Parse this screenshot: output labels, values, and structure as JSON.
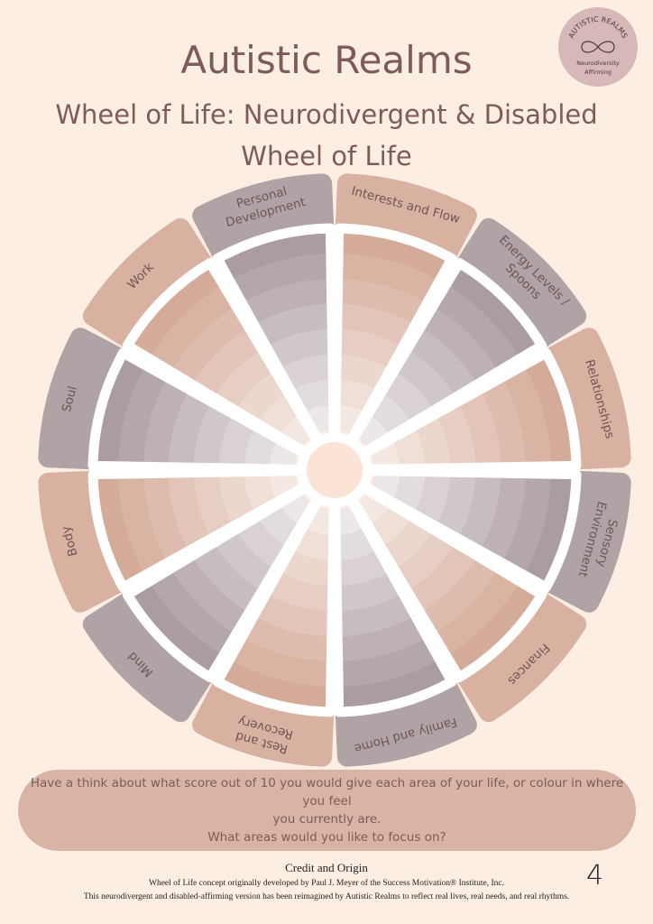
{
  "header": {
    "title": "Autistic Realms",
    "subtitle": "Wheel of Life: Neurodivergent & Disabled",
    "subtitle2": "Wheel of Life"
  },
  "logo": {
    "top_text": "AUTISTIC REALMS",
    "line1": "Neurodiversity",
    "line2": "Affirming"
  },
  "colors": {
    "pink": "#d8b1a0",
    "mauve": "#b0a3a5",
    "text": "#7e5b5a",
    "background": "#fdeee4"
  },
  "wheel": {
    "areas": [
      {
        "label": [
          "Interests and Flow"
        ],
        "tone": "pink"
      },
      {
        "label": [
          "Energy Levels /",
          "Spoons"
        ],
        "tone": "mauve"
      },
      {
        "label": [
          "Relationships"
        ],
        "tone": "pink"
      },
      {
        "label": [
          "Sensory",
          "Environment"
        ],
        "tone": "mauve"
      },
      {
        "label": [
          "Finances"
        ],
        "tone": "pink"
      },
      {
        "label": [
          "Family and Home"
        ],
        "tone": "mauve"
      },
      {
        "label": [
          "Rest and",
          "Recovery"
        ],
        "tone": "pink"
      },
      {
        "label": [
          "Mind"
        ],
        "tone": "mauve"
      },
      {
        "label": [
          "Body"
        ],
        "tone": "pink"
      },
      {
        "label": [
          "Soul"
        ],
        "tone": "mauve"
      },
      {
        "label": [
          "Work"
        ],
        "tone": "pink"
      },
      {
        "label": [
          "Personal",
          "Development"
        ],
        "tone": "mauve"
      }
    ],
    "scale_max": 10
  },
  "prompt": {
    "line1": "Have a think about what score out of 10 you would give each area of your life, or colour in where you feel",
    "line2": "you currently are.",
    "line3": "What areas would you like to focus on?"
  },
  "credit": {
    "heading": "Credit and Origin",
    "line1": "Wheel of Life concept originally developed by Paul J. Meyer of the Success Motivation® Institute, Inc.",
    "line2": "This neurodivergent and disabled-affirming version has been reimagined by Autistic Realms to reflect real lives, real needs, and real rhythms."
  },
  "page_number": "4"
}
